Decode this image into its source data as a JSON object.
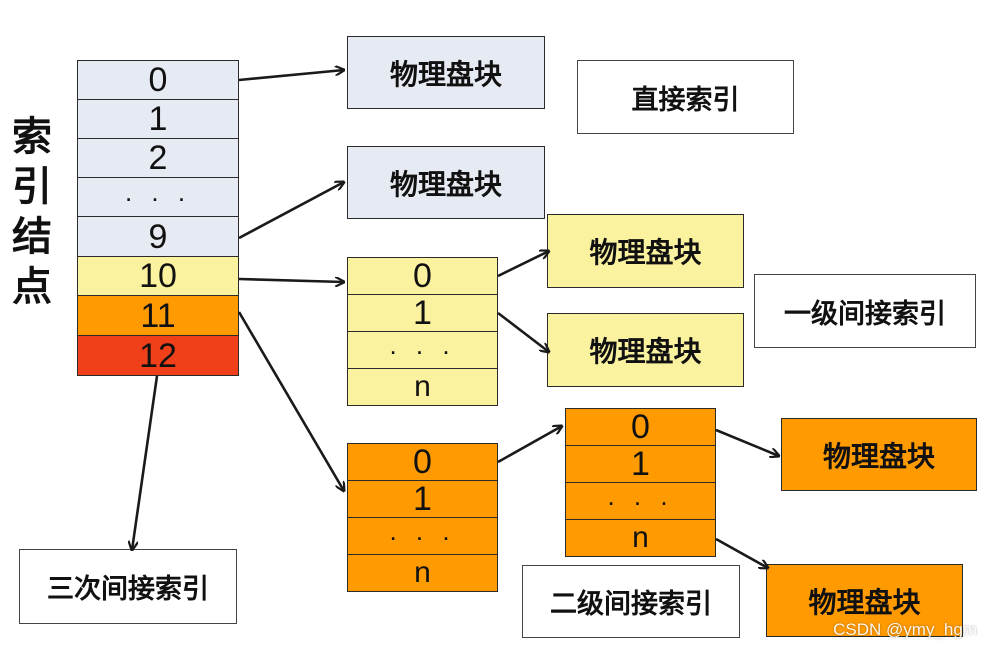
{
  "colors": {
    "direct": "#e6eaf2",
    "level1": "#fbf2a0",
    "level2": "#ff9a00",
    "level3": "#f0401a",
    "border": "#2b2b2b",
    "arrow": "#1a1a1a"
  },
  "index_node": {
    "label": "索\n引\n结\n点",
    "entries": [
      "0",
      "1",
      "2",
      ". . .",
      "9",
      "10",
      "11",
      "12"
    ]
  },
  "direct_blocks": [
    "物理盘块",
    "物理盘块"
  ],
  "direct_label": "直接索引",
  "level1": {
    "entries": [
      "0",
      "1",
      ". . .",
      "n"
    ],
    "blocks": [
      "物理盘块",
      "物理盘块"
    ],
    "label": "一级间接索引"
  },
  "level2": {
    "first_entries": [
      "0",
      "1",
      ". . .",
      "n"
    ],
    "second_entries": [
      "0",
      "1",
      ". . .",
      "n"
    ],
    "blocks": [
      "物理盘块",
      "物理盘块"
    ],
    "label": "二级间接索引"
  },
  "level3_label": "三次间接索引",
  "watermark": "CSDN @ymy_hgm"
}
